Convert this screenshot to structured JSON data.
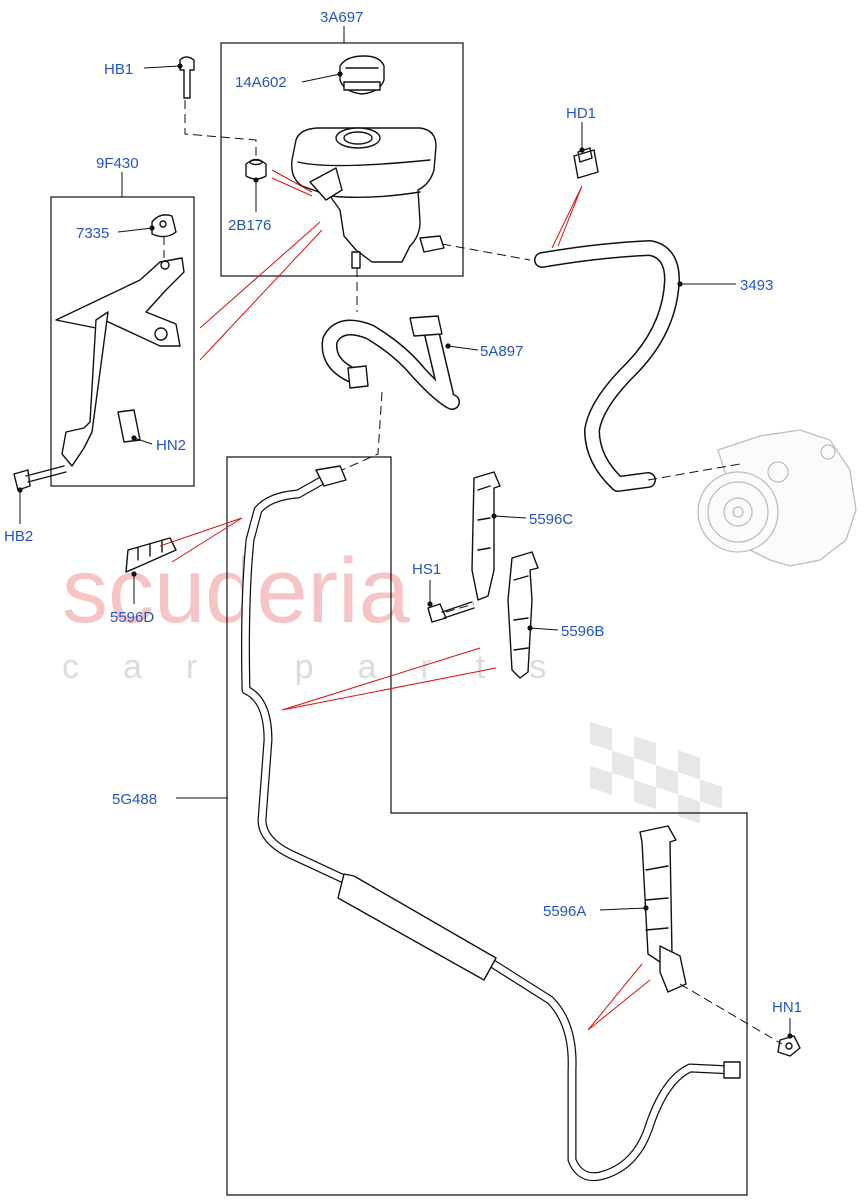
{
  "watermark": {
    "main": "scuderia",
    "sub": "car parts"
  },
  "labels": {
    "l_3a697": "3A697",
    "l_14a602": "14A602",
    "l_hb1": "HB1",
    "l_9f430": "9F430",
    "l_7335": "7335",
    "l_2b176": "2B176",
    "l_hd1": "HD1",
    "l_3493": "3493",
    "l_5a897": "5A897",
    "l_hn2": "HN2",
    "l_hb2": "HB2",
    "l_5596c": "5596C",
    "l_hs1": "HS1",
    "l_5596d": "5596D",
    "l_5596b": "5596B",
    "l_5g488": "5G488",
    "l_5596a": "5596A",
    "l_hn1": "HN1"
  }
}
